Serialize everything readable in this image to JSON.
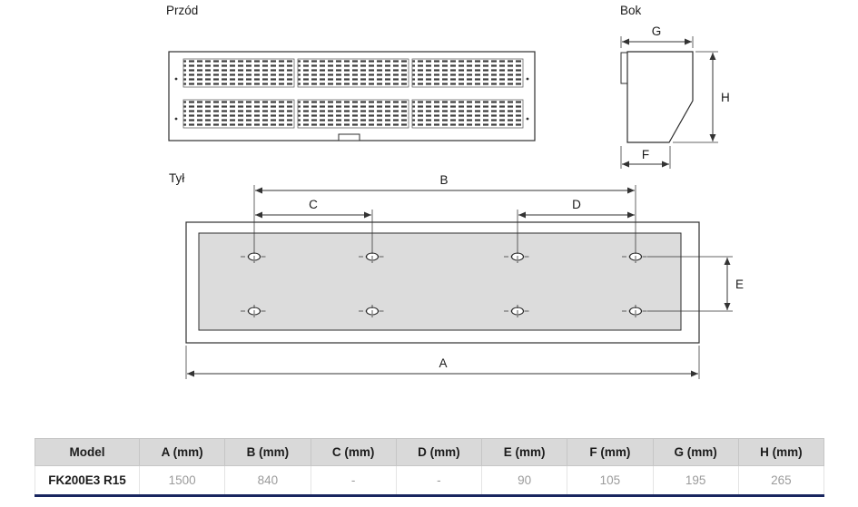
{
  "views": {
    "front": {
      "label": "Przód"
    },
    "side": {
      "label": "Bok"
    },
    "back": {
      "label": "Tył"
    }
  },
  "dim_labels": {
    "A": "A",
    "B": "B",
    "C": "C",
    "D": "D",
    "E": "E",
    "F": "F",
    "G": "G",
    "H": "H"
  },
  "table": {
    "headers": [
      "Model",
      "A (mm)",
      "B (mm)",
      "C (mm)",
      "D (mm)",
      "E (mm)",
      "F (mm)",
      "G (mm)",
      "H (mm)"
    ],
    "rows": [
      [
        "FK200E3 R15",
        "1500",
        "840",
        "-",
        "-",
        "90",
        "105",
        "195",
        "265"
      ]
    ]
  },
  "colors": {
    "table_header_bg": "#d9d9d9",
    "table_bottom_accent": "#18255f",
    "value_text": "#9b9b9b",
    "drawing_line": "#333333",
    "back_panel_fill": "#dcdcdc"
  }
}
